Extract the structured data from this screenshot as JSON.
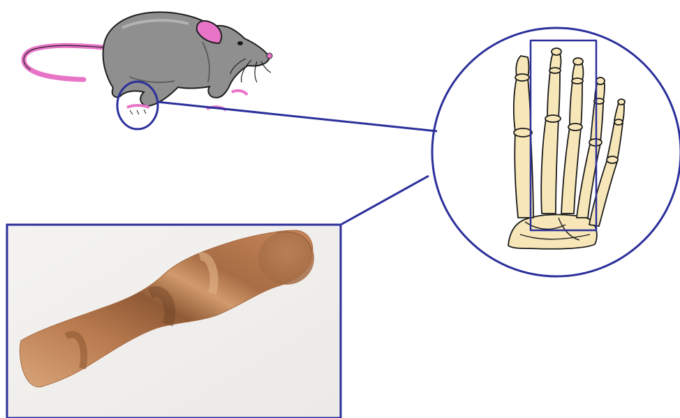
{
  "figure": {
    "subjects": [
      "mouse-illustration",
      "hind-foot-skeleton-illustration",
      "metatarsal-bone-micrograph"
    ],
    "colors": {
      "outline": "#2b2f9a",
      "mouse_body": "#8f8f8f",
      "mouse_pink": "#e874c8",
      "bone_fill": "#f6e6b8",
      "bone_outline": "#1a1a1a",
      "micrograph_background": "#f1f0ee",
      "bone_specimen": "#c68a5c"
    }
  }
}
